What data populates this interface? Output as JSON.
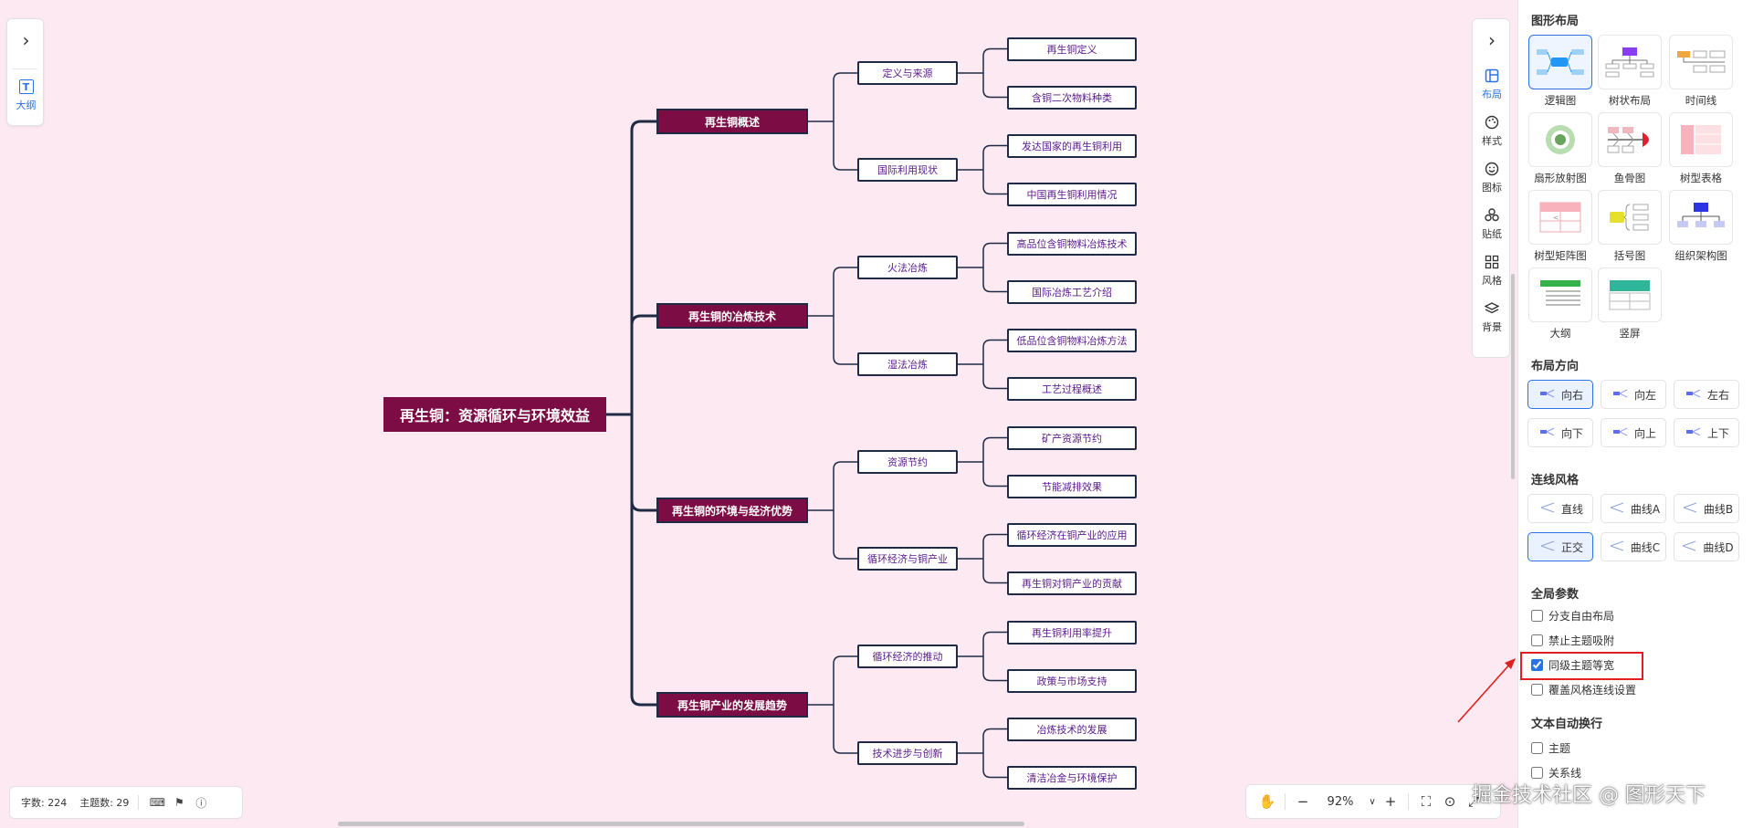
{
  "mindmap": {
    "root": "再生铜：资源循环与环境效益",
    "branches": [
      {
        "label": "再生铜概述",
        "children": [
          {
            "label": "定义与来源",
            "children": [
              "再生铜定义",
              "含铜二次物料种类"
            ]
          },
          {
            "label": "国际利用现状",
            "children": [
              "发达国家的再生铜利用",
              "中国再生铜利用情况"
            ]
          }
        ]
      },
      {
        "label": "再生铜的冶炼技术",
        "children": [
          {
            "label": "火法冶炼",
            "children": [
              "高品位含铜物料冶炼技术",
              "国际冶炼工艺介绍"
            ]
          },
          {
            "label": "湿法冶炼",
            "children": [
              "低品位含铜物料冶炼方法",
              "工艺过程概述"
            ]
          }
        ]
      },
      {
        "label": "再生铜的环境与经济优势",
        "children": [
          {
            "label": "资源节约",
            "children": [
              "矿产资源节约",
              "节能减排效果"
            ]
          },
          {
            "label": "循环经济与铜产业",
            "children": [
              "循环经济在铜产业的应用",
              "再生铜对铜产业的贡献"
            ]
          }
        ]
      },
      {
        "label": "再生铜产业的发展趋势",
        "children": [
          {
            "label": "循环经济的推动",
            "children": [
              "再生铜利用率提升",
              "政策与市场支持"
            ]
          },
          {
            "label": "技术进步与创新",
            "children": [
              "冶炼技术的发展",
              "清洁冶金与环境保护"
            ]
          }
        ]
      }
    ]
  },
  "left_panel": {
    "outline_label": "大纲",
    "outline_icon": "T"
  },
  "tool_strip": {
    "items": [
      {
        "label": "布局",
        "icon": "layout-icon"
      },
      {
        "label": "样式",
        "icon": "palette-icon"
      },
      {
        "label": "图标",
        "icon": "smiley-icon"
      },
      {
        "label": "贴纸",
        "icon": "sticker-icon"
      },
      {
        "label": "风格",
        "icon": "grid-icon"
      },
      {
        "label": "背景",
        "icon": "layers-icon"
      }
    ]
  },
  "status_bar": {
    "word_count": "字数: 224",
    "topic_count": "主题数: 29"
  },
  "zoom_bar": {
    "zoom": "92%"
  },
  "side_panel": {
    "layout_title": "图形布局",
    "layouts": [
      "逻辑图",
      "树状布局",
      "时间线",
      "扇形放射图",
      "鱼骨图",
      "树型表格",
      "树型矩阵图",
      "括号图",
      "组织架构图",
      "大纲",
      "竖屏"
    ],
    "direction_title": "布局方向",
    "directions": [
      "向右",
      "向左",
      "左右",
      "向下",
      "向上",
      "上下"
    ],
    "line_title": "连线风格",
    "lines": [
      "直线",
      "曲线A",
      "曲线B",
      "正交",
      "曲线C",
      "曲线D"
    ],
    "global_title": "全局参数",
    "global_options": [
      {
        "label": "分支自由布局",
        "checked": false
      },
      {
        "label": "禁止主题吸附",
        "checked": false
      },
      {
        "label": "同级主题等宽",
        "checked": true
      },
      {
        "label": "覆盖风格连线设置",
        "checked": false
      }
    ],
    "wrap_title": "文本自动换行",
    "wrap_options": [
      {
        "label": "主题",
        "checked": false
      },
      {
        "label": "关系线",
        "checked": false
      }
    ]
  },
  "watermark": "掘金技术社区 @ 图形天下",
  "colors": {
    "node_fill": "#7b0c44",
    "line": "#1f2a44",
    "accent": "#2a73e6",
    "canvas_bg": "#fde9f1",
    "leaf_text": "#5b1a8c"
  }
}
